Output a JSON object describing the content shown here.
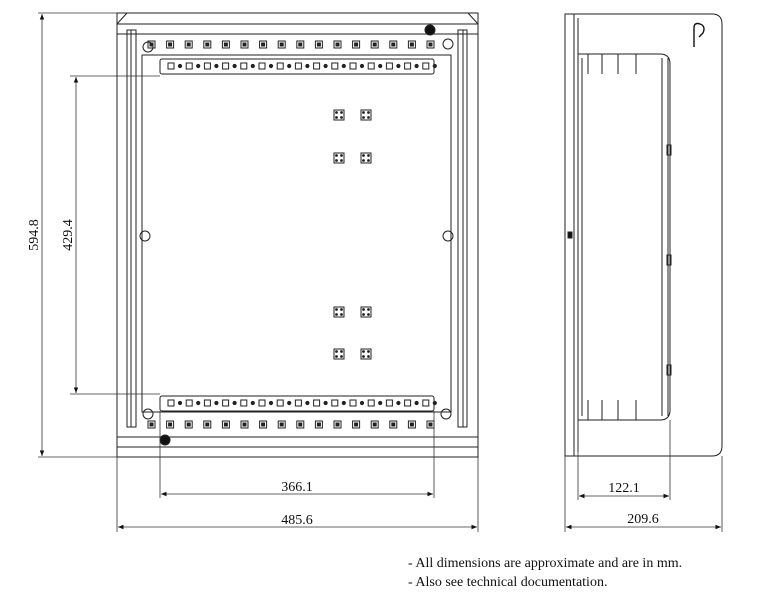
{
  "dimensions": {
    "overall_height": "594.8",
    "rail_spacing": "429.4",
    "inner_width": "366.1",
    "overall_width": "485.6",
    "inner_depth": "122.1",
    "overall_depth": "209.6"
  },
  "notes": [
    "- All dimensions are approximate and are in mm.",
    "- Also see technical documentation."
  ]
}
